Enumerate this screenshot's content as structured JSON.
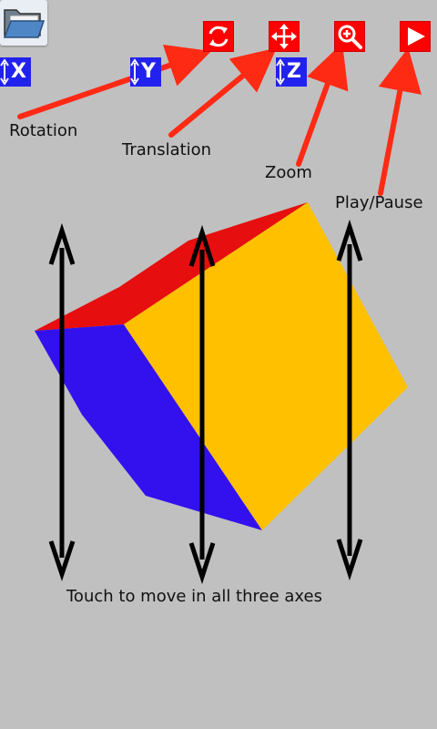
{
  "toolbar": {
    "open_icon": "folder-open-icon",
    "buttons": [
      {
        "id": "rotation",
        "icon": "rotate-icon"
      },
      {
        "id": "translation",
        "icon": "move-icon"
      },
      {
        "id": "zoom",
        "icon": "zoom-in-icon"
      },
      {
        "id": "play",
        "icon": "play-icon"
      }
    ]
  },
  "axes": {
    "x": "X",
    "y": "Y",
    "z": "Z"
  },
  "annotations": {
    "rotation": "Rotation",
    "translation": "Translation",
    "zoom": "Zoom",
    "play_pause": "Play/Pause",
    "hint": "Touch to move in all three axes"
  },
  "colors": {
    "background": "#c0c0c0",
    "button_red": "#ff0000",
    "axis_blue": "#2222ee",
    "arrow_red": "#ff2a14",
    "cube_top": "#e60e0e",
    "cube_left": "#3311ee",
    "cube_right": "#ffc000"
  }
}
